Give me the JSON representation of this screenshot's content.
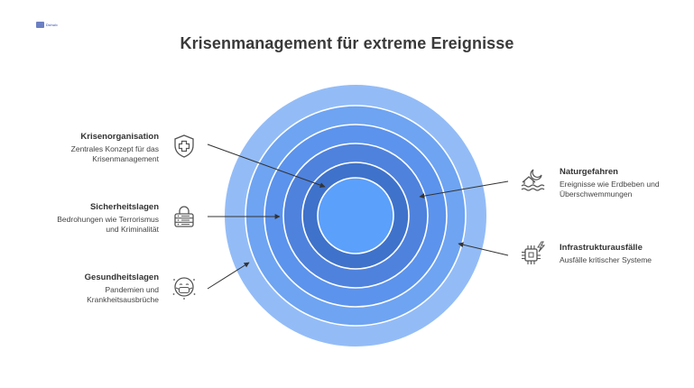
{
  "brand": {
    "logo_text": "Dohub"
  },
  "title": "Krisenmanagement für extreme Ereignisse",
  "colors": {
    "ring1": "#93bcf7",
    "ring2": "#6ea4f2",
    "ring3": "#5c93ec",
    "ring4": "#4f82dd",
    "ring5": "#3f72ca",
    "core": "#5ba0fb",
    "stroke": "#ffffff",
    "arrow": "#333333",
    "icon": "#555555"
  },
  "items": [
    {
      "id": "krisenorganisation",
      "side": "left",
      "icon": "shield-cross-icon",
      "title": "Krisenorganisation",
      "desc": [
        "Zentrales Konzept für das",
        "Krisenmanagement"
      ]
    },
    {
      "id": "sicherheitslagen",
      "side": "left",
      "icon": "lock-server-icon",
      "title": "Sicherheitslagen",
      "desc": [
        "Bedrohungen wie Terrorismus",
        "und Kriminalität"
      ]
    },
    {
      "id": "gesundheitslagen",
      "side": "left",
      "icon": "mask-face-icon",
      "title": "Gesundheitslagen",
      "desc": [
        "Pandemien und",
        "Krankheitsausbrüche"
      ]
    },
    {
      "id": "naturgefahren",
      "side": "right",
      "icon": "house-flood-icon",
      "title": "Naturgefahren",
      "desc": [
        "Ereignisse wie Erdbeben und",
        "Überschwemmungen"
      ]
    },
    {
      "id": "infrastrukturausfaelle",
      "side": "right",
      "icon": "chip-lightning-icon",
      "title": "Infrastrukturausfälle",
      "desc": [
        "Ausfälle kritischer Systeme"
      ]
    }
  ]
}
